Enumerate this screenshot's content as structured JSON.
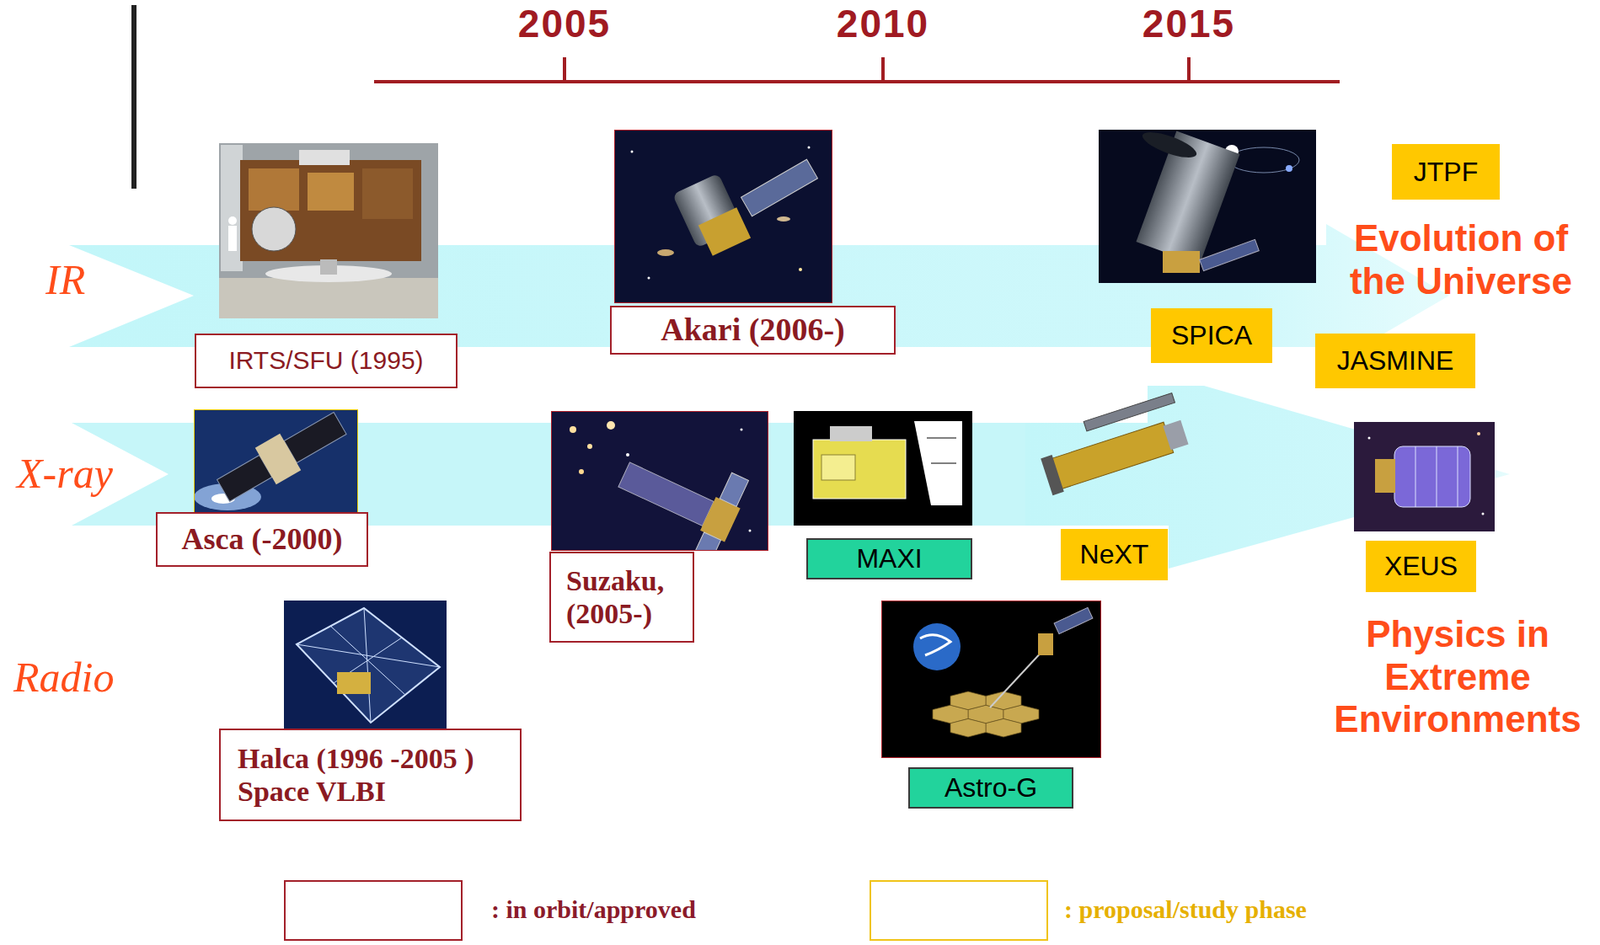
{
  "diagram": {
    "nodes": [
      {
        "text": [
          "IRTS/SFU (1995)"
        ]
      },
      {
        "text": [
          "Akari (2006-)"
        ]
      },
      {
        "text": [
          "JTPF"
        ]
      },
      {
        "text": [
          "SPICA"
        ]
      },
      {
        "text": [
          "JASMINE"
        ]
      },
      {
        "text": [
          "Asca (-2000)"
        ]
      },
      {
        "text": [
          "Suzaku, (2005-)"
        ]
      },
      {
        "text": [
          "MAXI"
        ]
      },
      {
        "text": [
          "NeXT"
        ]
      },
      {
        "text": [
          "XEUS"
        ]
      },
      {
        "text": [
          "Halca (1996 -2005 ) Space VLBI"
        ]
      },
      {
        "text": [
          "Astro-G"
        ]
      }
    ],
    "labels": [
      "2005",
      "2010",
      "2015",
      "IR",
      "X-ray",
      "Radio",
      "Evolution of the Universe",
      "Physics in Extreme Environments"
    ],
    "legend": [
      {
        "text": ": in orbit/approved"
      },
      {
        "text": ": proposal/study phase"
      }
    ]
  }
}
